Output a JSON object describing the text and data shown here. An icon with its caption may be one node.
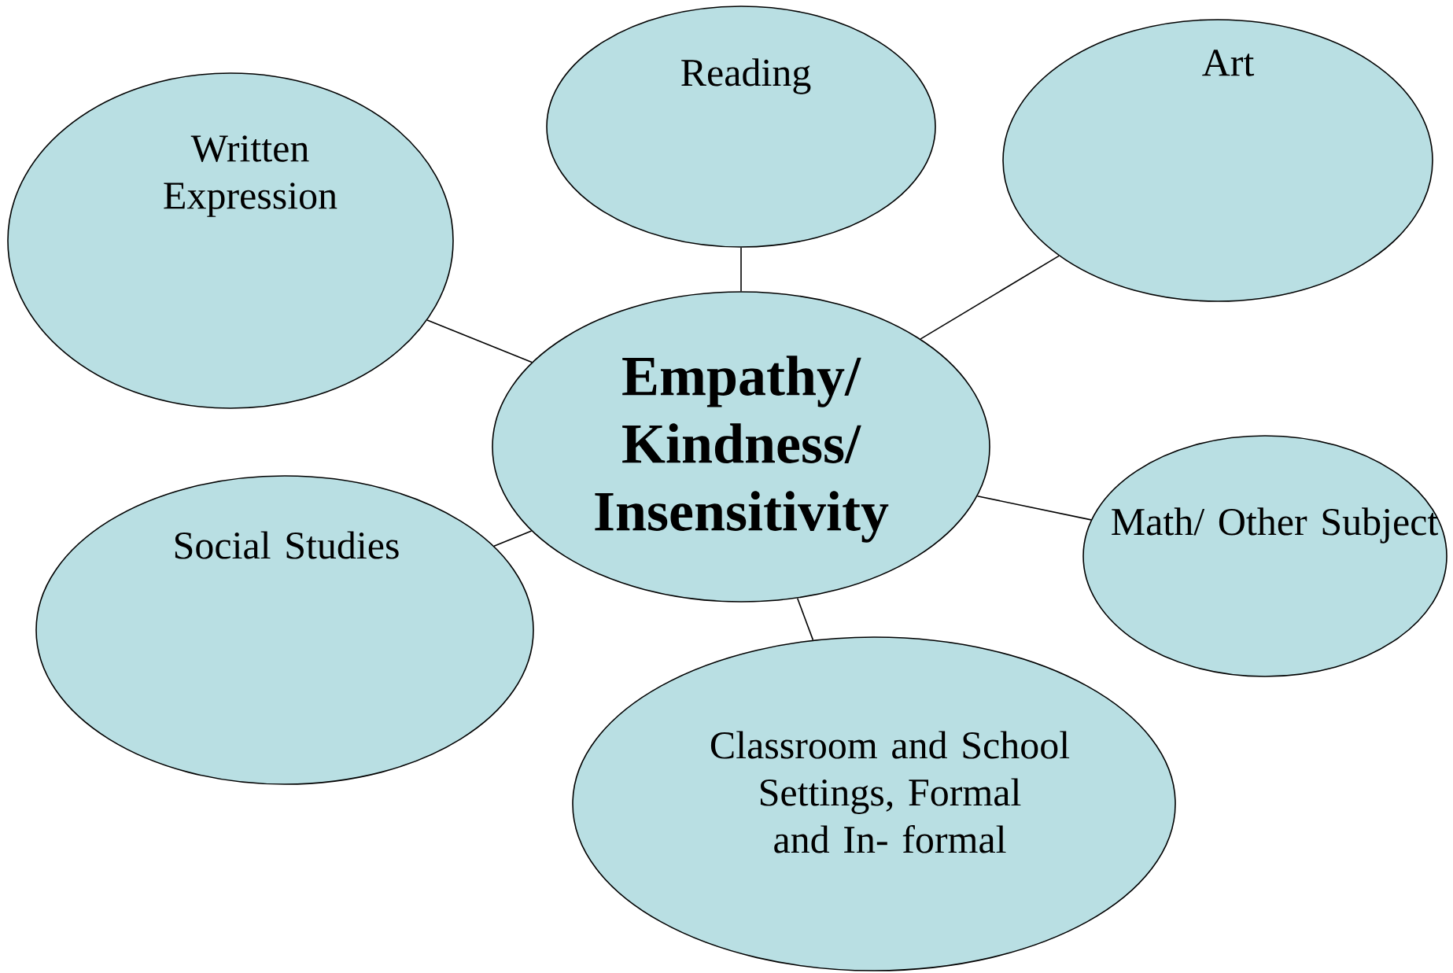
{
  "diagram": {
    "nodes": [
      {
        "text": [
          "Empathy/ Kindness/ Insensitivity"
        ]
      },
      {
        "text": [
          "Written Expression"
        ]
      },
      {
        "text": [
          "Reading"
        ]
      },
      {
        "text": [
          "Art"
        ]
      },
      {
        "text": [
          "Social Studies"
        ]
      },
      {
        "text": [
          "Math/ Other Subject"
        ]
      },
      {
        "text": [
          "Classroom and School Settings, Formal and In- formal"
        ]
      }
    ],
    "edges": [
      {
        "from": 0,
        "to": 1,
        "arrow": "none"
      },
      {
        "from": 0,
        "to": 2,
        "arrow": "none"
      },
      {
        "from": 0,
        "to": 3,
        "arrow": "none"
      },
      {
        "from": 0,
        "to": 4,
        "arrow": "none"
      },
      {
        "from": 0,
        "to": 5,
        "arrow": "none"
      },
      {
        "from": 0,
        "to": 6,
        "arrow": "none"
      }
    ]
  }
}
